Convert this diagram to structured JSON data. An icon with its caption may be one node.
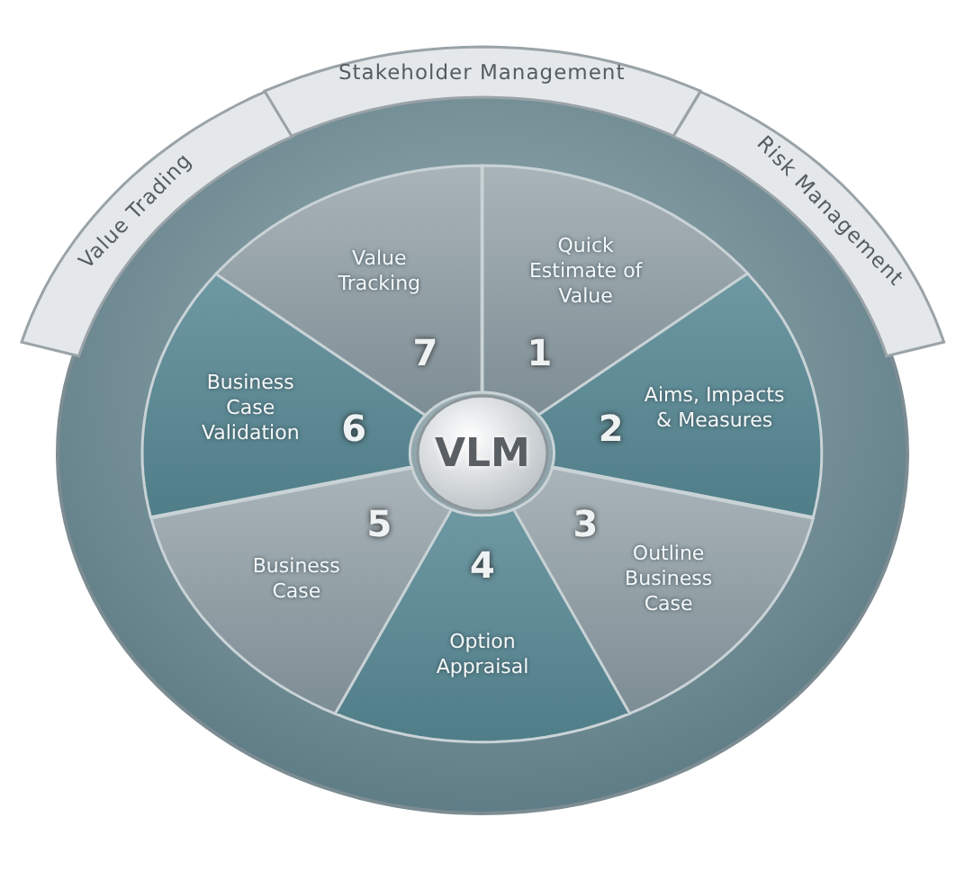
{
  "diagram": {
    "nodes": [
      {
        "text": [
          "Value Trading"
        ]
      },
      {
        "text": [
          "Stakeholder Management"
        ]
      },
      {
        "text": [
          "Risk Management"
        ]
      },
      {
        "text": [
          "Quick Estimate of Value",
          "1"
        ]
      },
      {
        "text": [
          "Aims, Impacts & Measures",
          "2"
        ]
      },
      {
        "text": [
          "3",
          "Outline Business Case"
        ]
      },
      {
        "text": [
          "4",
          "Option Appraisal"
        ]
      },
      {
        "text": [
          "5",
          "Business Case"
        ]
      },
      {
        "text": [
          "Business Case Validation",
          "6"
        ]
      },
      {
        "text": [
          "Value Tracking",
          "7"
        ]
      },
      {
        "text": [
          "VLM"
        ]
      }
    ]
  }
}
